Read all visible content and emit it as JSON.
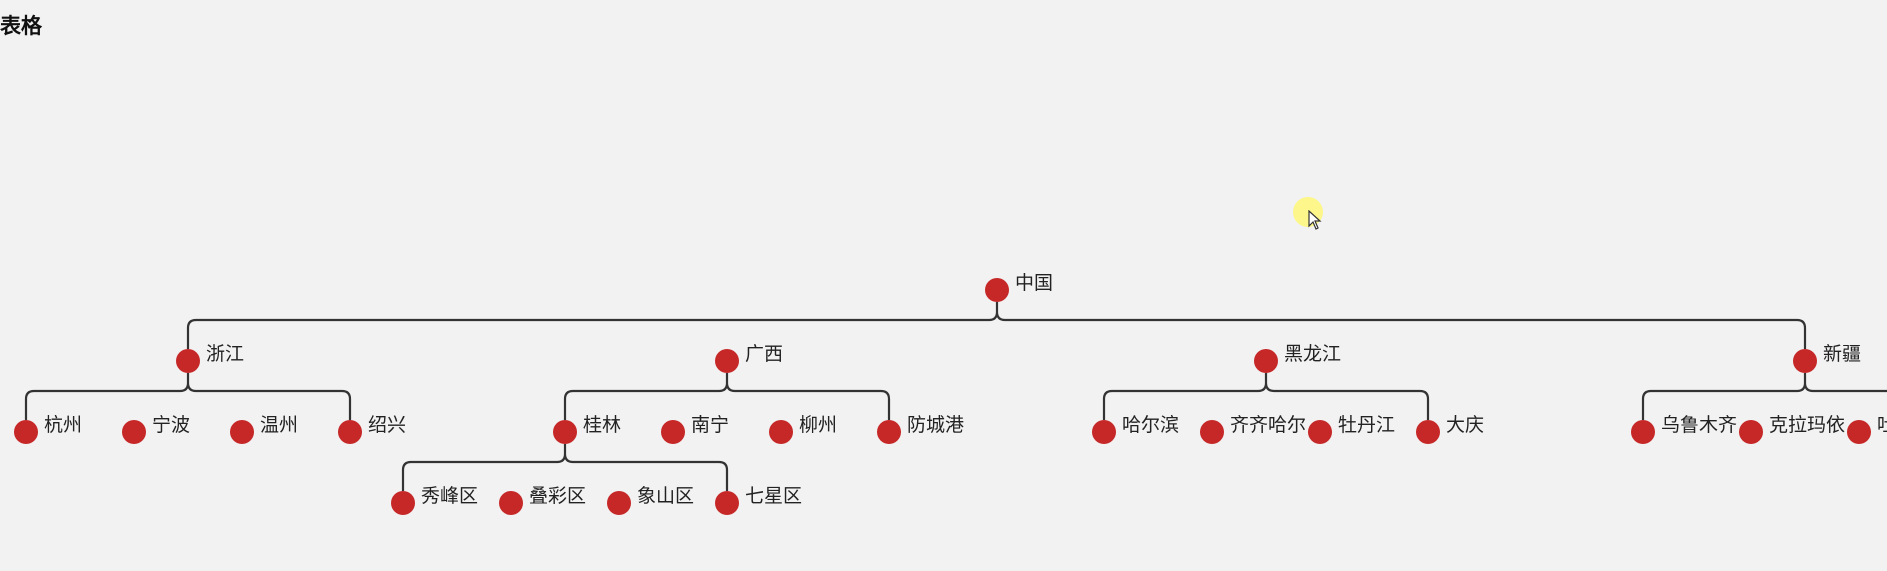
{
  "title": "表格",
  "style": {
    "node_color": "#c62828",
    "edge_color": "#333333"
  },
  "tree": {
    "label": "中国",
    "children": [
      {
        "label": "浙江",
        "children": [
          {
            "label": "杭州"
          },
          {
            "label": "宁波"
          },
          {
            "label": "温州"
          },
          {
            "label": "绍兴"
          }
        ]
      },
      {
        "label": "广西",
        "children": [
          {
            "label": "桂林",
            "children": [
              {
                "label": "秀峰区"
              },
              {
                "label": "叠彩区"
              },
              {
                "label": "象山区"
              },
              {
                "label": "七星区"
              }
            ]
          },
          {
            "label": "南宁"
          },
          {
            "label": "柳州"
          },
          {
            "label": "防城港"
          }
        ]
      },
      {
        "label": "黑龙江",
        "children": [
          {
            "label": "哈尔滨"
          },
          {
            "label": "齐齐哈尔"
          },
          {
            "label": "牡丹江"
          },
          {
            "label": "大庆"
          }
        ]
      },
      {
        "label": "新疆",
        "children": [
          {
            "label": "乌鲁木齐"
          },
          {
            "label": "克拉玛依"
          },
          {
            "label": "吐"
          }
        ]
      }
    ]
  }
}
